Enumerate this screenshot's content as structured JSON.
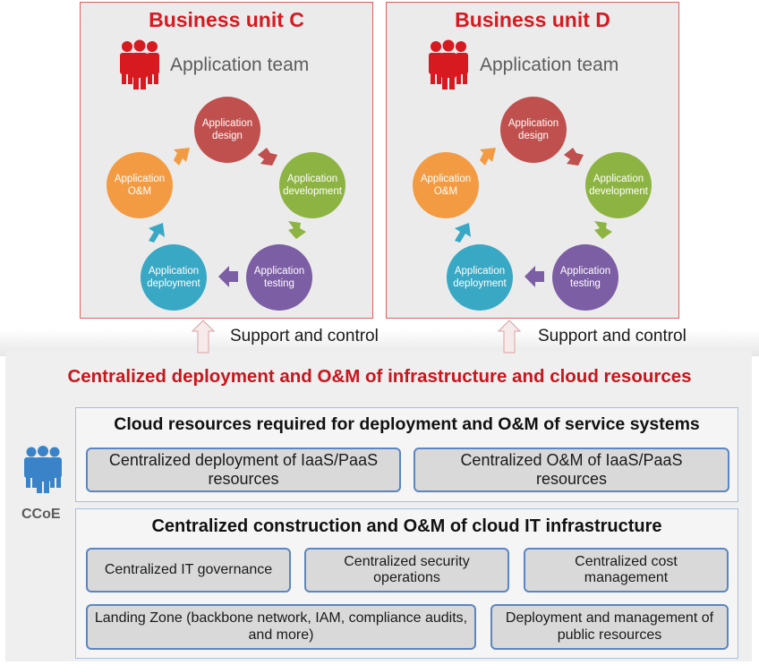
{
  "colors": {
    "brand_red": "#d71920",
    "design": "#c0504d",
    "development": "#8db442",
    "testing": "#7b5ea3",
    "deployment": "#39a8c4",
    "om": "#f39b42"
  },
  "units": [
    {
      "title": "Business unit C",
      "team_icon": "people-icon",
      "team_label": "Application team",
      "cycle": {
        "design": [
          "Application",
          "design"
        ],
        "development": [
          "Application",
          "development"
        ],
        "testing": [
          "Application",
          "testing"
        ],
        "deployment": [
          "Application",
          "deployment"
        ],
        "om": [
          "Application",
          "O&M"
        ]
      },
      "support_label": "Support and control"
    },
    {
      "title": "Business unit D",
      "team_icon": "people-icon",
      "team_label": "Application team",
      "cycle": {
        "design": [
          "Application",
          "design"
        ],
        "development": [
          "Application",
          "development"
        ],
        "testing": [
          "Application",
          "testing"
        ],
        "deployment": [
          "Application",
          "deployment"
        ],
        "om": [
          "Application",
          "O&M"
        ]
      },
      "support_label": "Support and control"
    }
  ],
  "ccoe": {
    "icon": "people-icon",
    "label": "CCoE",
    "title": "Centralized deployment and O&M of infrastructure and cloud resources",
    "cloud_section": {
      "title": "Cloud resources required for deployment and O&M of service systems",
      "items": [
        "Centralized deployment of IaaS/PaaS resources",
        "Centralized O&M of IaaS/PaaS resources"
      ]
    },
    "infra_section": {
      "title": "Centralized construction and O&M of cloud IT infrastructure",
      "items": [
        "Centralized IT governance",
        "Centralized security operations",
        "Centralized cost management",
        "Landing Zone (backbone network, IAM, compliance audits, and more)",
        "Deployment and management of public resources"
      ]
    }
  }
}
